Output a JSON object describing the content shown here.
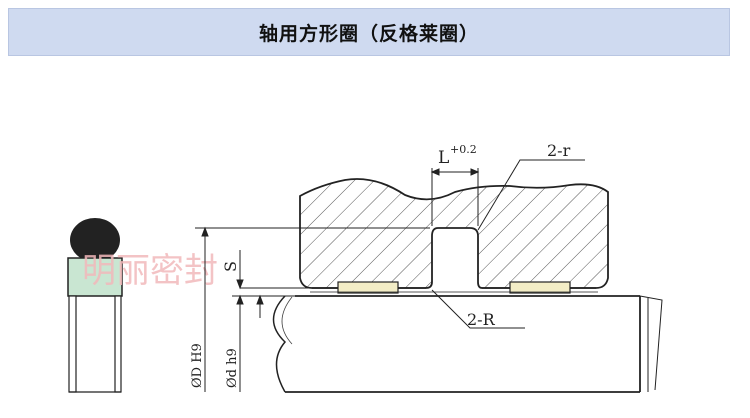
{
  "title": "轴用方形圈（反格莱圈）",
  "watermark": "明丽密封",
  "labels": {
    "L": "L",
    "tolerance": "+0.2",
    "groove_radius": "2-r",
    "shaft_radius": "2-R",
    "S": "S",
    "bore": "ØD H9",
    "shaft": "Ød h9"
  },
  "colors": {
    "title_bg": "#cfdaf0",
    "line": "#222222",
    "seal_cap": "#222222",
    "seal_body": "#c9e6d2",
    "insert": "#f3edc6",
    "watermark": "#f2b9bb"
  }
}
